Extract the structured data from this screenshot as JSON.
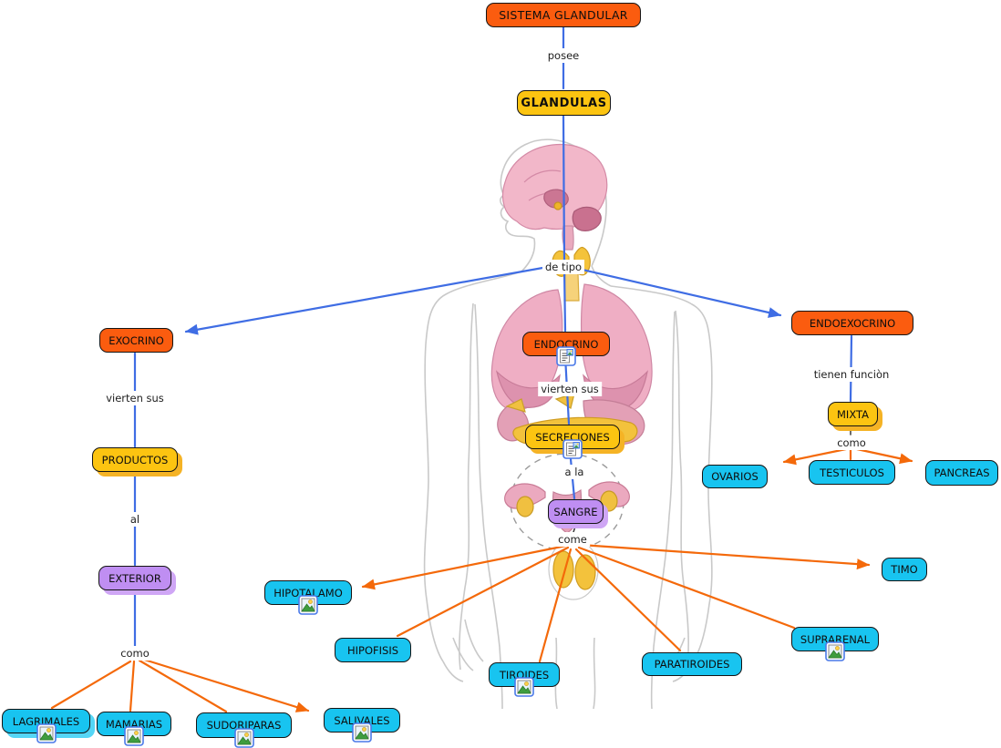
{
  "map_title": "SISTEMA GLANDULAR",
  "nodes": {
    "sistema_glandular": {
      "label": "SISTEMA GLANDULAR"
    },
    "glandulas": {
      "label": "GLANDULAS"
    },
    "exocrino": {
      "label": "EXOCRINO"
    },
    "endocrino": {
      "label": "ENDOCRINO"
    },
    "endoexocrino": {
      "label": "ENDOEXOCRINO"
    },
    "productos": {
      "label": "PRODUCTOS"
    },
    "exterior": {
      "label": "EXTERIOR"
    },
    "secreciones": {
      "label": "SECRECIONES"
    },
    "sangre": {
      "label": "SANGRE"
    },
    "mixta": {
      "label": "MIXTA"
    },
    "lagrimales": {
      "label": "LAGRIMALES"
    },
    "mamarias": {
      "label": "MAMARIAS"
    },
    "sudoriparas": {
      "label": "SUDORIPARAS"
    },
    "salivales": {
      "label": "SALIVALES"
    },
    "hipotalamo": {
      "label": "HIPOTALAMO"
    },
    "hipofisis": {
      "label": "HIPOFISIS"
    },
    "tiroides": {
      "label": "TIROIDES"
    },
    "paratiroides": {
      "label": "PARATIROIDES"
    },
    "suprarenal": {
      "label": "SUPRARENAL"
    },
    "timo": {
      "label": "TIMO"
    },
    "ovarios": {
      "label": "OVARIOS"
    },
    "testiculos": {
      "label": "TESTICULOS"
    },
    "pancreas": {
      "label": "PANCREAS"
    }
  },
  "link_labels": {
    "posee": "posee",
    "de_tipo": "de tipo",
    "vierten_sus_izq": "vierten sus",
    "al": "al",
    "como_izq": "como",
    "vierten_sus_centro": "vierten sus",
    "a_la": "a la",
    "come": "come",
    "tienen_funcion": "tienen funciòn",
    "como_der": "como"
  },
  "icons": {
    "document_resource": "document-resource-icon",
    "picture_resource": "picture-resource-icon"
  },
  "colors": {
    "node_orange": "#fb5c0f",
    "node_yellow": "#fcc411",
    "node_purple": "#bf8ef2",
    "node_cyan": "#18c4f0",
    "node_border": "#141414",
    "shadow_amber": "#f5b325",
    "shadow_purple": "#cfa6f5",
    "shadow_cyan": "#55d6f6",
    "line_blue": "#3f6de4",
    "line_orange": "#f4690a",
    "line_dark": "#3a3a3a",
    "body_outline": "#c9c9c9",
    "organ_pink": "#efaec4",
    "organ_yellow": "#f3c23c"
  }
}
